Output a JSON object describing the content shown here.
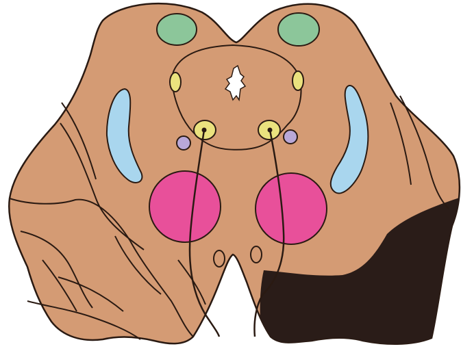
{
  "diagram": {
    "colors": {
      "background": "#ffffff",
      "tissue": "#D49B74",
      "outline": "#2A1A12",
      "lesion": "#2A1C18",
      "green_nuclei": "#8CC69A",
      "yellow_nuclei": "#EAE27E",
      "lilac_nuclei": "#B9A8D8",
      "blue_structures": "#A9D6EE",
      "pink_nuclei": "#E8509A",
      "aqueduct": "#ffffff"
    },
    "structures": [
      {
        "id": "green-nucleus-left",
        "icon": "green-oval"
      },
      {
        "id": "green-nucleus-right",
        "icon": "green-oval"
      },
      {
        "id": "aqueduct",
        "icon": "white-star"
      },
      {
        "id": "yellow-nuclei",
        "icon": "yellow-ovals"
      },
      {
        "id": "lilac-nuclei",
        "icon": "lilac-ovals"
      },
      {
        "id": "blue-crescents",
        "icon": "blue-crescent"
      },
      {
        "id": "pink-nuclei",
        "icon": "pink-circle"
      },
      {
        "id": "nerve-fibers",
        "icon": "curved-lines"
      },
      {
        "id": "lesion-area",
        "icon": "dark-region"
      }
    ]
  }
}
